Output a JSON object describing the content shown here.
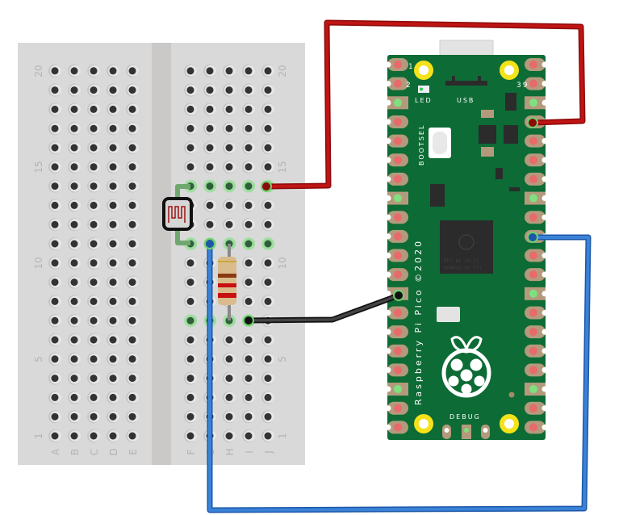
{
  "breadboard": {
    "row_labels": {
      "r20": "20",
      "r15": "15",
      "r10": "10",
      "r5": "5",
      "r1": "1"
    },
    "columns_left": [
      "A",
      "B",
      "C",
      "D",
      "E"
    ],
    "columns_right": [
      "F",
      "G",
      "H",
      "I",
      "J"
    ],
    "rows": 20
  },
  "pico": {
    "pin1": "1",
    "pin2": "2",
    "pin39": "39",
    "led": "LED",
    "usb": "USB",
    "bootsel": "BOOTSEL",
    "board_name": "Raspberry Pi Pico ©2020",
    "debug": "DEBUG",
    "chip_line1": "RP2-B0    20/21",
    "chip_line2": "P64M15.00 TTT",
    "board_color": "#0d6b35"
  },
  "wires": {
    "red": "#b30d0d",
    "blue": "#2a6fc9",
    "black": "#2a2a2a"
  }
}
